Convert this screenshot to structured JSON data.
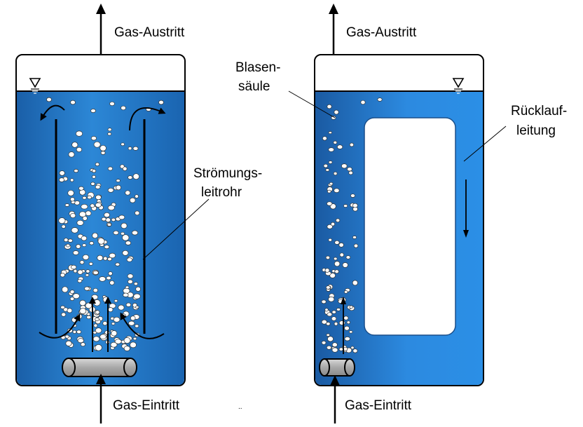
{
  "diagram": {
    "left_reactor": {
      "gas_outlet_label": "Gas-Austritt",
      "gas_inlet_label": "Gas-Eintritt",
      "draft_tube_label_line1": "Strömungs-",
      "draft_tube_label_line2": "leitrohr"
    },
    "right_reactor": {
      "gas_outlet_label": "Gas-Austritt",
      "gas_inlet_label": "Gas-Eintritt",
      "bubble_column_label_line1": "Blasen-",
      "bubble_column_label_line2": "säule",
      "return_line_label_line1": "Rücklauf-",
      "return_line_label_line2": "leitung"
    }
  },
  "colors": {
    "liquid_dark": "#1a64b0",
    "liquid_light": "#2d8ee0",
    "headspace": "#ffffff",
    "sparger": "#a6a6a6",
    "outline": "#000000"
  },
  "icons": [
    "liquid-level-symbol",
    "flow-arrow",
    "gas-sparger",
    "gas-bubble"
  ]
}
